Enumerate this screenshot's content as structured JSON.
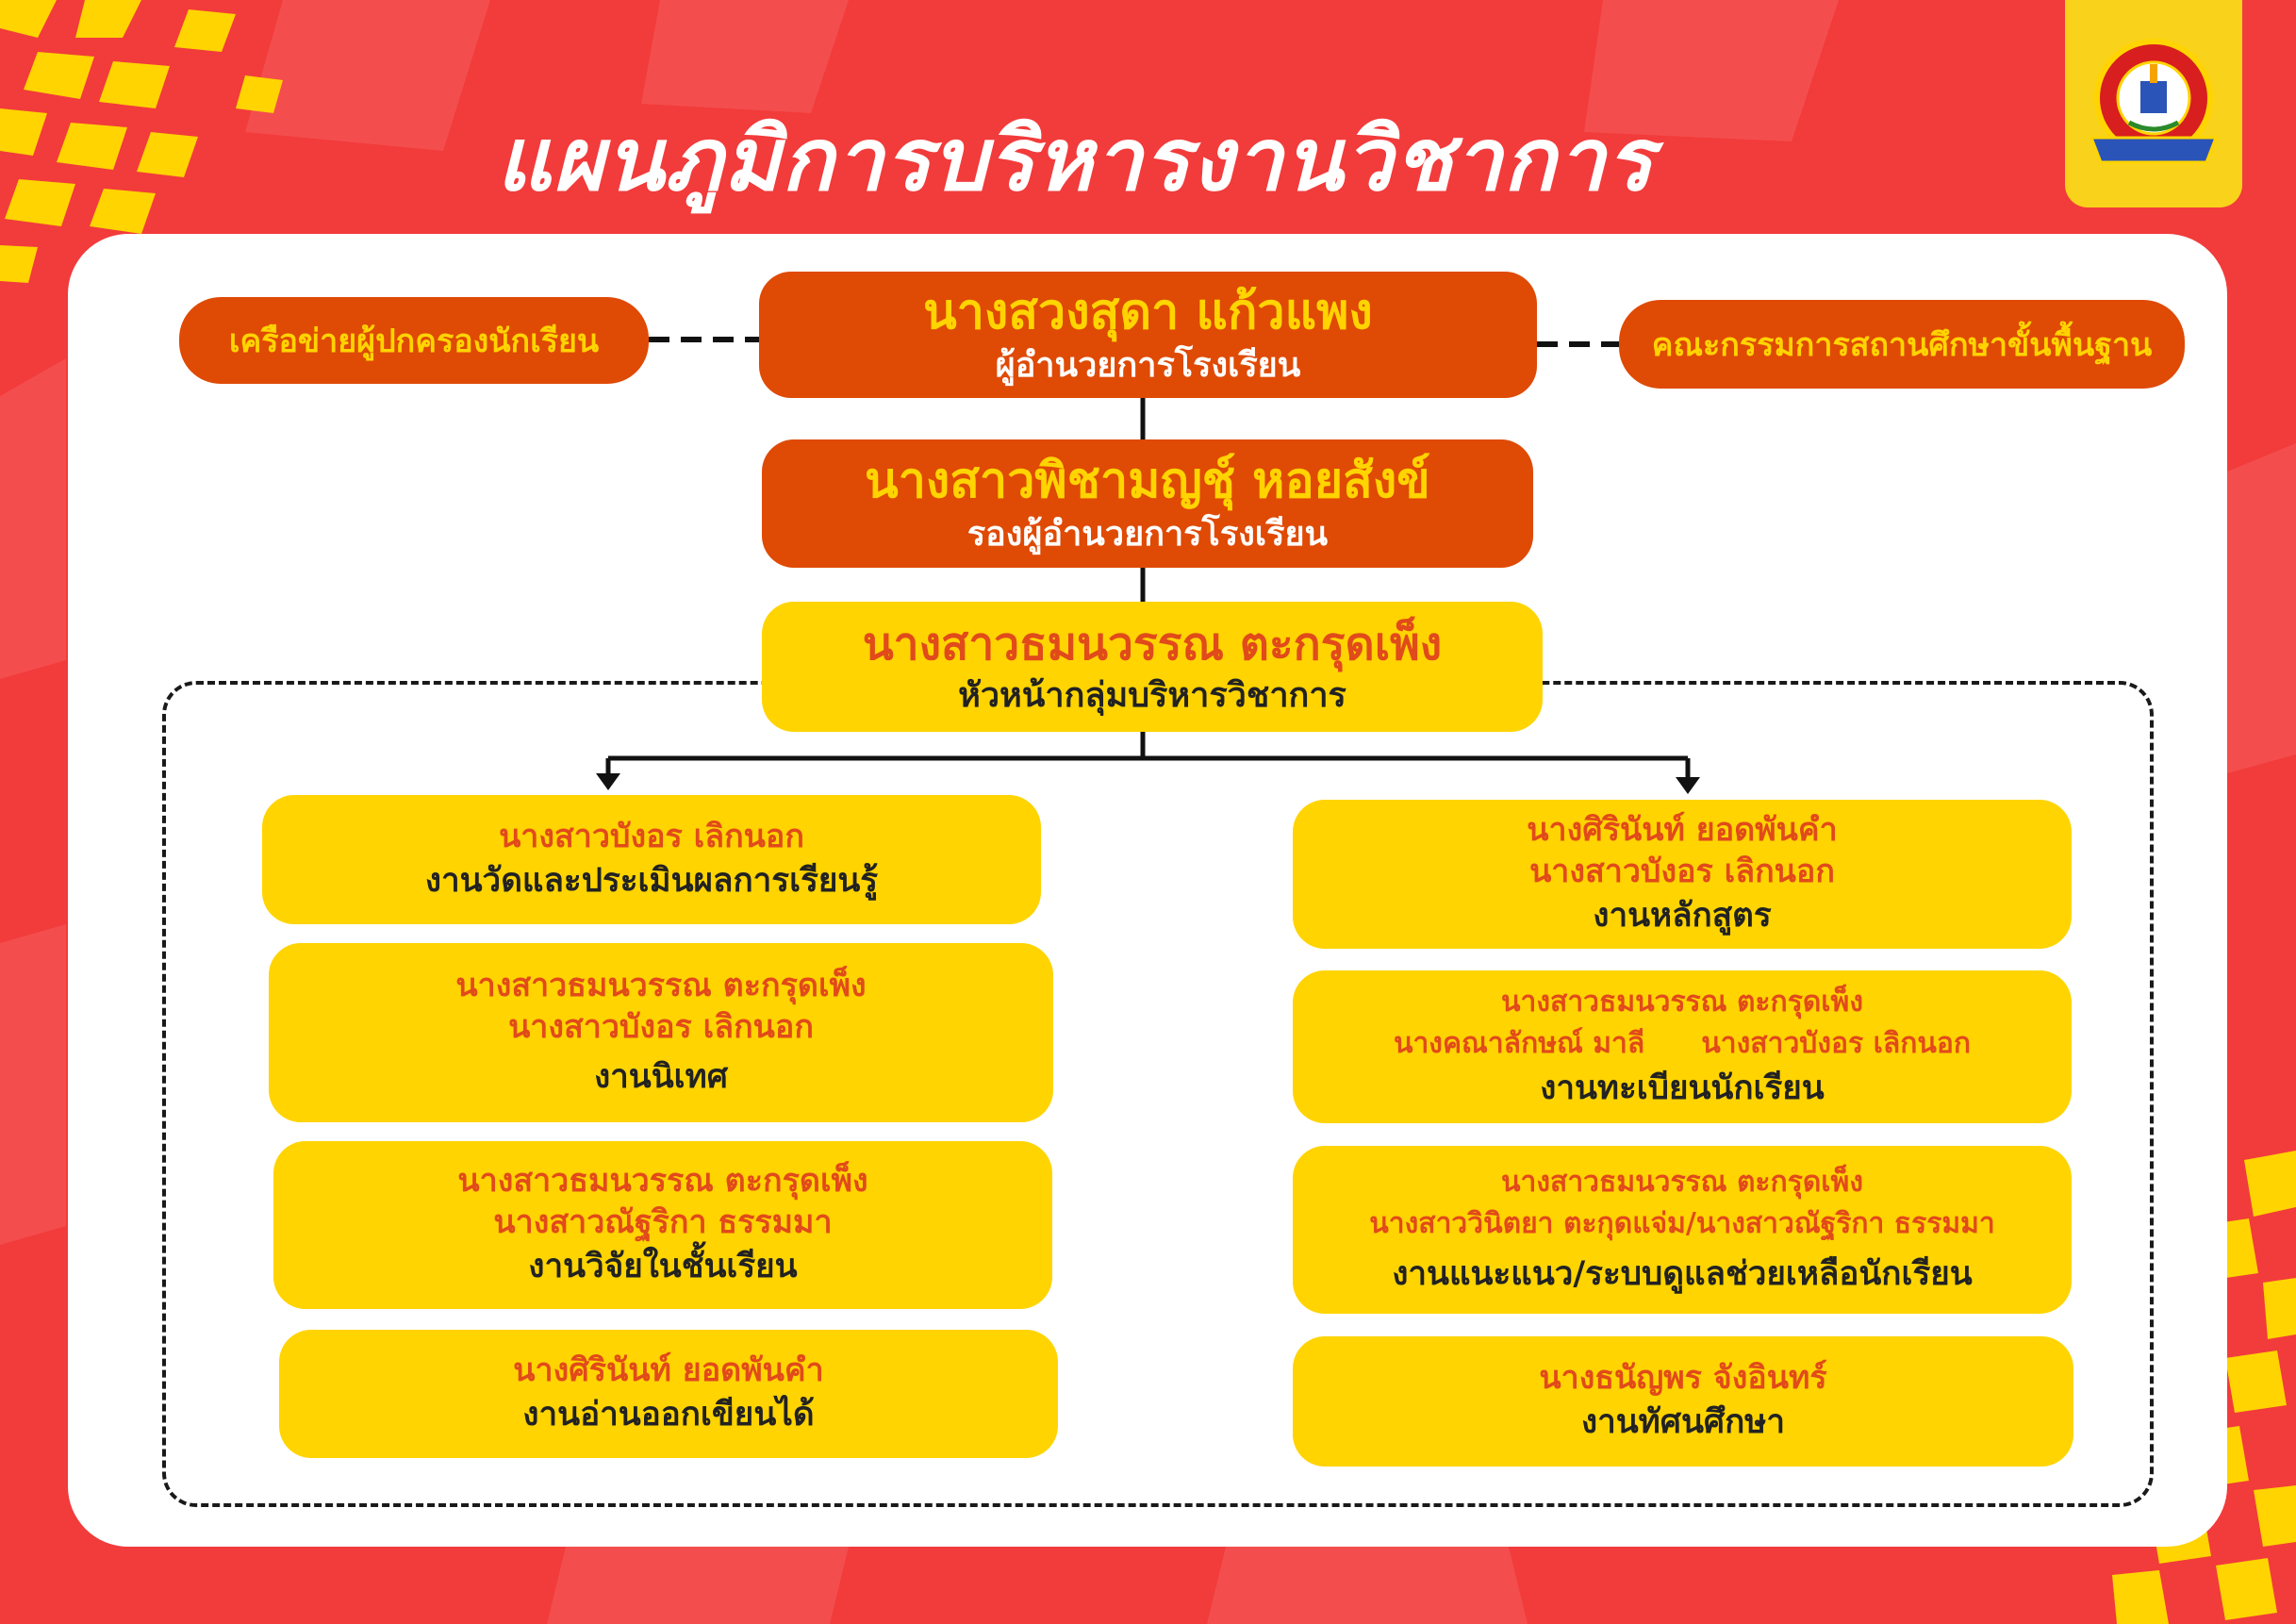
{
  "title": "แผนภูมิการบริหารงานวิชาการ",
  "colors": {
    "background": "#f23b3b",
    "orange": "#df4a05",
    "yellow": "#ffd400",
    "white": "#ffffff"
  },
  "logo": {
    "icon": "school-emblem-icon"
  },
  "left_network": {
    "label": "เครือข่ายผู้ปกครองนักเรียน"
  },
  "right_committee": {
    "label": "คณะกรรมการสถานศึกษาขั้นพื้นฐาน"
  },
  "director": {
    "name": "นางสวงสุดา แก้วแพง",
    "role": "ผู้อำนวยการโรงเรียน"
  },
  "deputy": {
    "name": "นางสาวพิชามญชุ์ หอยสังข์",
    "role": "รองผู้อำนวยการโรงเรียน"
  },
  "head": {
    "name": "นางสาวธมนวรรณ ตะกรุดเพ็ง",
    "role": "หัวหน้ากลุ่มบริหารวิชาการ"
  },
  "left_tasks": [
    {
      "people": [
        "นางสาวบังอร  เลิกนอก"
      ],
      "task": "งานวัดและประเมินผลการเรียนรู้"
    },
    {
      "people": [
        "นางสาวธมนวรรณ ตะกรุดเพ็ง",
        "นางสาวบังอร เลิกนอก"
      ],
      "task": "งานนิเทศ"
    },
    {
      "people": [
        "นางสาวธมนวรรณ ตะกรุดเพ็ง",
        "นางสาวณัฐริกา ธรรมมา"
      ],
      "task": "งานวิจัยในชั้นเรียน"
    },
    {
      "people": [
        "นางศิรินันท์ ยอดพันคำ"
      ],
      "task": "งานอ่านออกเขียนได้"
    }
  ],
  "right_tasks": [
    {
      "people": [
        "นางศิรินันท์ ยอดพันคำ",
        "นางสาวบังอร  เลิกนอก"
      ],
      "task": "งานหลักสูตร"
    },
    {
      "people": [
        "นางสาวธมนวรรณ ตะกรุดเพ็ง"
      ],
      "people_row": [
        "นางคณาลักษณ์ มาลี",
        "นางสาวบังอร เลิกนอก"
      ],
      "task": "งานทะเบียนนักเรียน"
    },
    {
      "people": [
        "นางสาวธมนวรรณ ตะกรุดเพ็ง",
        "นางสาววินิตยา ตะกุดแจ่ม/นางสาวณัฐริกา ธรรมมา"
      ],
      "task": "งานแนะแนว/ระบบดูแลช่วยเหลือนักเรียน"
    },
    {
      "people": [
        "นางธนัญพร จังอินทร์"
      ],
      "task": "งานทัศนศึกษา"
    }
  ]
}
